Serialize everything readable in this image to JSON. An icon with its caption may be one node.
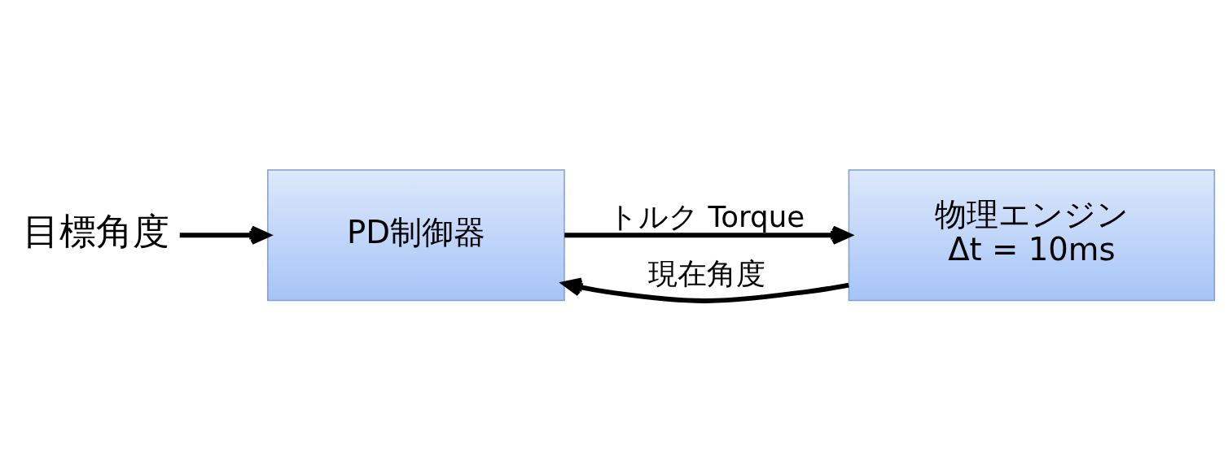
{
  "diagram": {
    "nodes": [
      {
        "text": [
          "目標角度"
        ]
      },
      {
        "text": [
          "PD制御器"
        ]
      },
      {
        "text": [
          "物理エンジン",
          "Δt = 10ms"
        ]
      }
    ],
    "edges": [
      {
        "from": 0,
        "to": 1,
        "arrow": "to"
      },
      {
        "from": 1,
        "to": 2,
        "arrow": "to",
        "label": "トルク Torque"
      },
      {
        "from": 2,
        "to": 1,
        "arrow": "to",
        "label": "現在角度"
      }
    ]
  }
}
